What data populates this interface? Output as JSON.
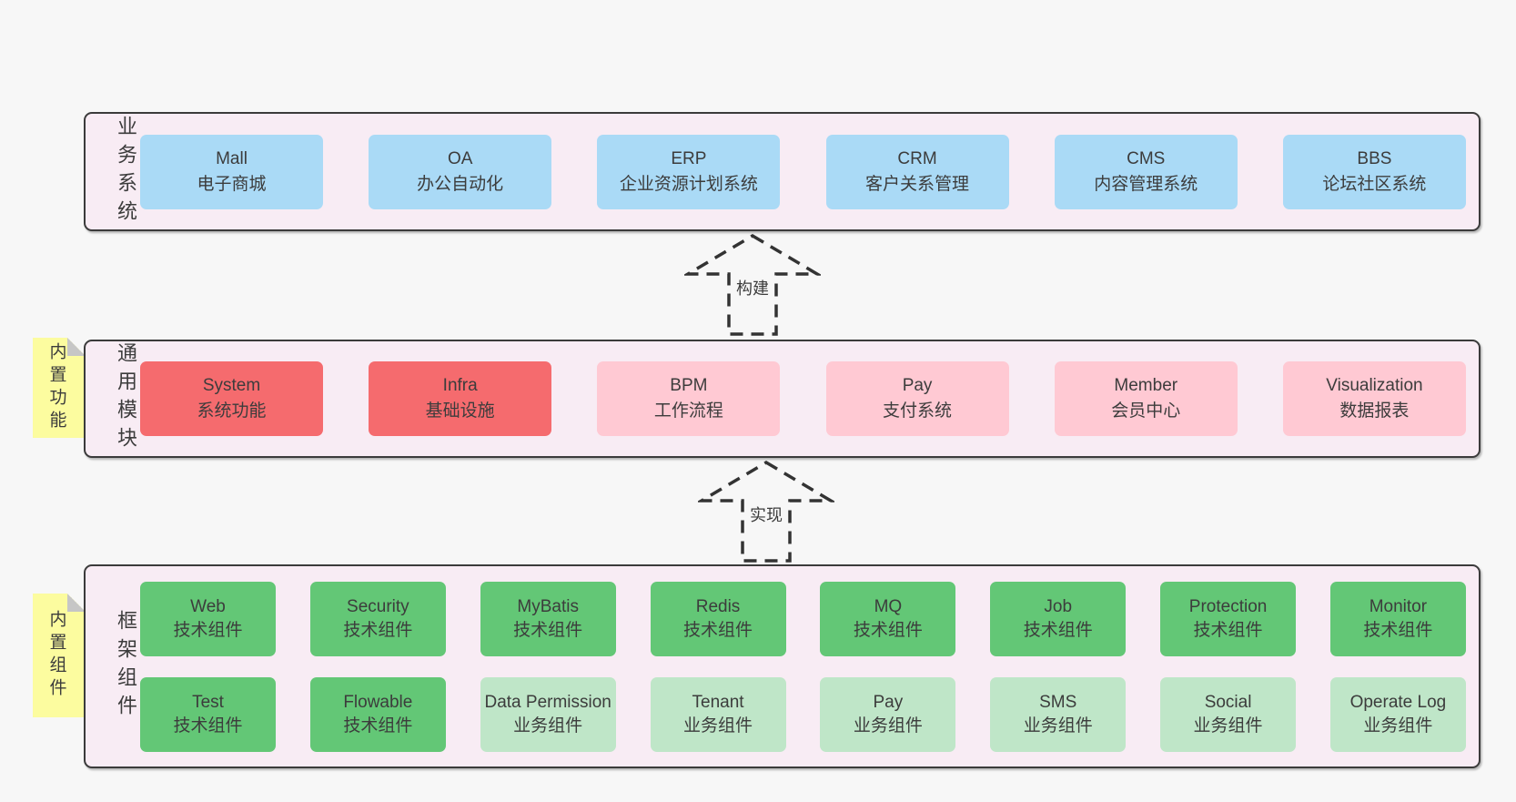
{
  "colors": {
    "page_bg": "#f7f7f7",
    "panel_bg": "#f8ecf4",
    "panel_border": "#3b3b3b",
    "blue_box": "#aadaf6",
    "red_box": "#f56b6e",
    "pink_box": "#ffc9d3",
    "green_box": "#63c776",
    "light_green_box": "#bfe6c8",
    "note_bg": "#fcfc9f",
    "note_fold": "#c6c6c6",
    "text": "#3c3c3c"
  },
  "panels": {
    "business": {
      "label": "业务系统",
      "boxes": [
        {
          "name": "Mall",
          "desc": "电子商城"
        },
        {
          "name": "OA",
          "desc": "办公自动化"
        },
        {
          "name": "ERP",
          "desc": "企业资源计划系统"
        },
        {
          "name": "CRM",
          "desc": "客户关系管理"
        },
        {
          "name": "CMS",
          "desc": "内容管理系统"
        },
        {
          "name": "BBS",
          "desc": "论坛社区系统"
        }
      ]
    },
    "modules": {
      "label": "通用模块",
      "note": "内置功能",
      "boxes": [
        {
          "name": "System",
          "desc": "系统功能"
        },
        {
          "name": "Infra",
          "desc": "基础设施"
        },
        {
          "name": "BPM",
          "desc": "工作流程"
        },
        {
          "name": "Pay",
          "desc": "支付系统"
        },
        {
          "name": "Member",
          "desc": "会员中心"
        },
        {
          "name": "Visualization",
          "desc": "数据报表"
        }
      ]
    },
    "framework": {
      "label": "框架组件",
      "note": "内置组件",
      "row1": [
        {
          "name": "Web",
          "desc": "技术组件"
        },
        {
          "name": "Security",
          "desc": "技术组件"
        },
        {
          "name": "MyBatis",
          "desc": "技术组件"
        },
        {
          "name": "Redis",
          "desc": "技术组件"
        },
        {
          "name": "MQ",
          "desc": "技术组件"
        },
        {
          "name": "Job",
          "desc": "技术组件"
        },
        {
          "name": "Protection",
          "desc": "技术组件"
        },
        {
          "name": "Monitor",
          "desc": "技术组件"
        }
      ],
      "row2": [
        {
          "name": "Test",
          "desc": "技术组件"
        },
        {
          "name": "Flowable",
          "desc": "技术组件"
        },
        {
          "name": "Data Permission",
          "desc": "业务组件"
        },
        {
          "name": "Tenant",
          "desc": "业务组件"
        },
        {
          "name": "Pay",
          "desc": "业务组件"
        },
        {
          "name": "SMS",
          "desc": "业务组件"
        },
        {
          "name": "Social",
          "desc": "业务组件"
        },
        {
          "name": "Operate Log",
          "desc": "业务组件"
        }
      ]
    }
  },
  "arrows": [
    {
      "label": "构建"
    },
    {
      "label": "实现"
    }
  ]
}
